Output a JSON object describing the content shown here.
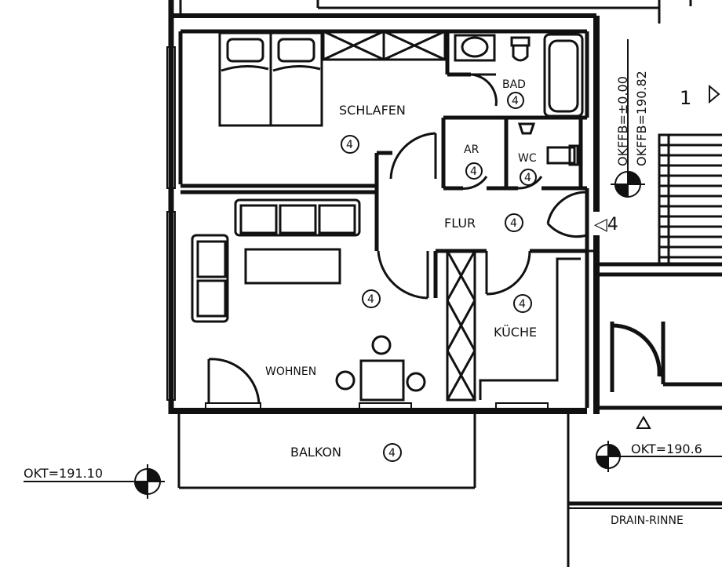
{
  "rooms": {
    "schlafen": {
      "label": "SCHLAFEN",
      "mark": "4"
    },
    "bad": {
      "label": "BAD",
      "mark": "4"
    },
    "ar": {
      "label": "AR",
      "mark": "4"
    },
    "wc": {
      "label": "WC",
      "mark": "4"
    },
    "flur": {
      "label": "FLUR",
      "mark": "4"
    },
    "kueche": {
      "label": "KÜCHE",
      "mark": "4"
    },
    "wohnen": {
      "label": "WOHNEN",
      "mark": "4"
    },
    "balkon": {
      "label": "BALKON",
      "mark": "4"
    }
  },
  "levels": {
    "okffb_1": "OKFFB=±0.00",
    "okffb_2": "OKFFB=190.82",
    "okt_left": "OKT=191.10",
    "okt_right": "OKT=190.6"
  },
  "labels": {
    "drain": "DRAIN-RINNE",
    "stair_number": "1",
    "entry_mark": "◁4"
  }
}
